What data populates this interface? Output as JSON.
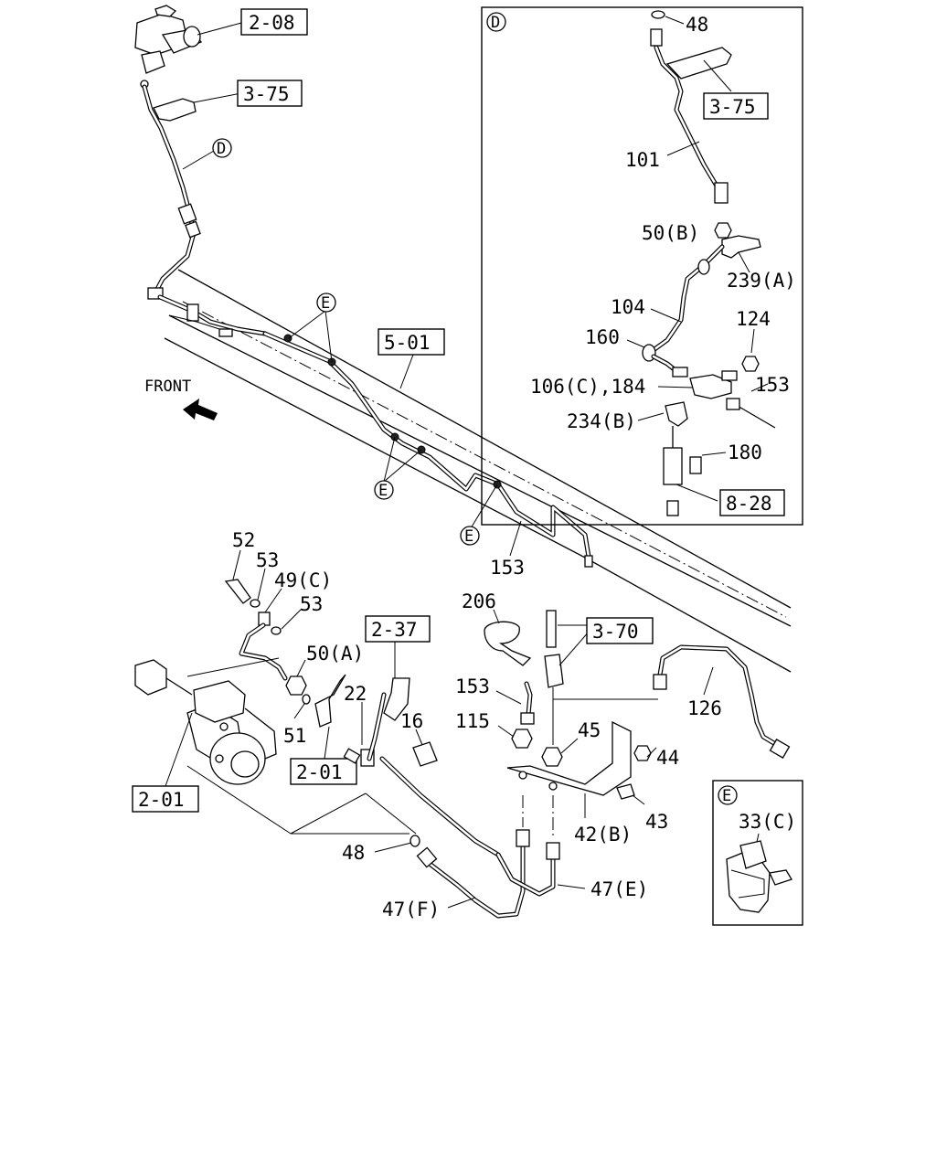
{
  "front_label": "FRONT",
  "refs": {
    "r_2_08": "2-08",
    "r_3_75_main": "3-75",
    "r_5_01": "5-01",
    "r_2_37": "2-37",
    "r_3_70": "3-70",
    "r_2_01_a": "2-01",
    "r_2_01_b": "2-01",
    "r_3_75_d": "3-75",
    "r_8_28": "8-28"
  },
  "callouts": {
    "D": "D",
    "E": "E"
  },
  "labels": {
    "l52": "52",
    "l53a": "53",
    "l49c": "49(C)",
    "l53b": "53",
    "l50a": "50(A)",
    "l22": "22",
    "l16": "16",
    "l51": "51",
    "l48": "48",
    "l47f": "47(F)",
    "l47e": "47(E)",
    "l206": "206",
    "l153c": "153",
    "l115": "115",
    "l45": "45",
    "l44": "44",
    "l43": "43",
    "l42b": "42(B)",
    "l126": "126",
    "l153": "153",
    "d48": "48",
    "d101": "101",
    "d50b": "50(B)",
    "d239a": "239(A)",
    "d104": "104",
    "d124": "124",
    "d160": "160",
    "d106": "106(C),184",
    "d153": "153",
    "d234b": "234(B)",
    "d180": "180",
    "e33c": "33(C)"
  },
  "icons": [
    "front-arrow-icon",
    "circle-letter-callout"
  ]
}
